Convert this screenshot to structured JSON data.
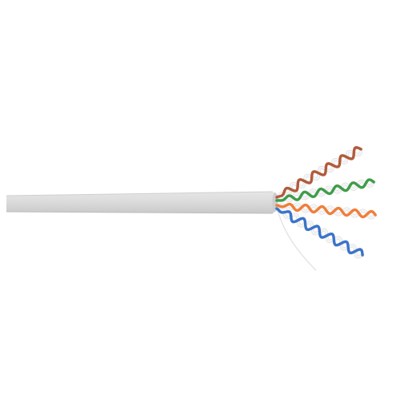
{
  "colors": {
    "background": "#ffffff",
    "jacket": "#d9d9d9",
    "jacket_shade": "#bfbfbf",
    "pair_brown": "#b25a3c",
    "pair_green": "#3f9c4a",
    "pair_orange": "#ef7f3a",
    "pair_blue": "#3b73c9",
    "wire_white": "#f4f4f4",
    "rip_cord": "#eaeaea"
  },
  "pairs": [
    "pair-brown",
    "pair-green",
    "pair-orange",
    "pair-blue"
  ]
}
